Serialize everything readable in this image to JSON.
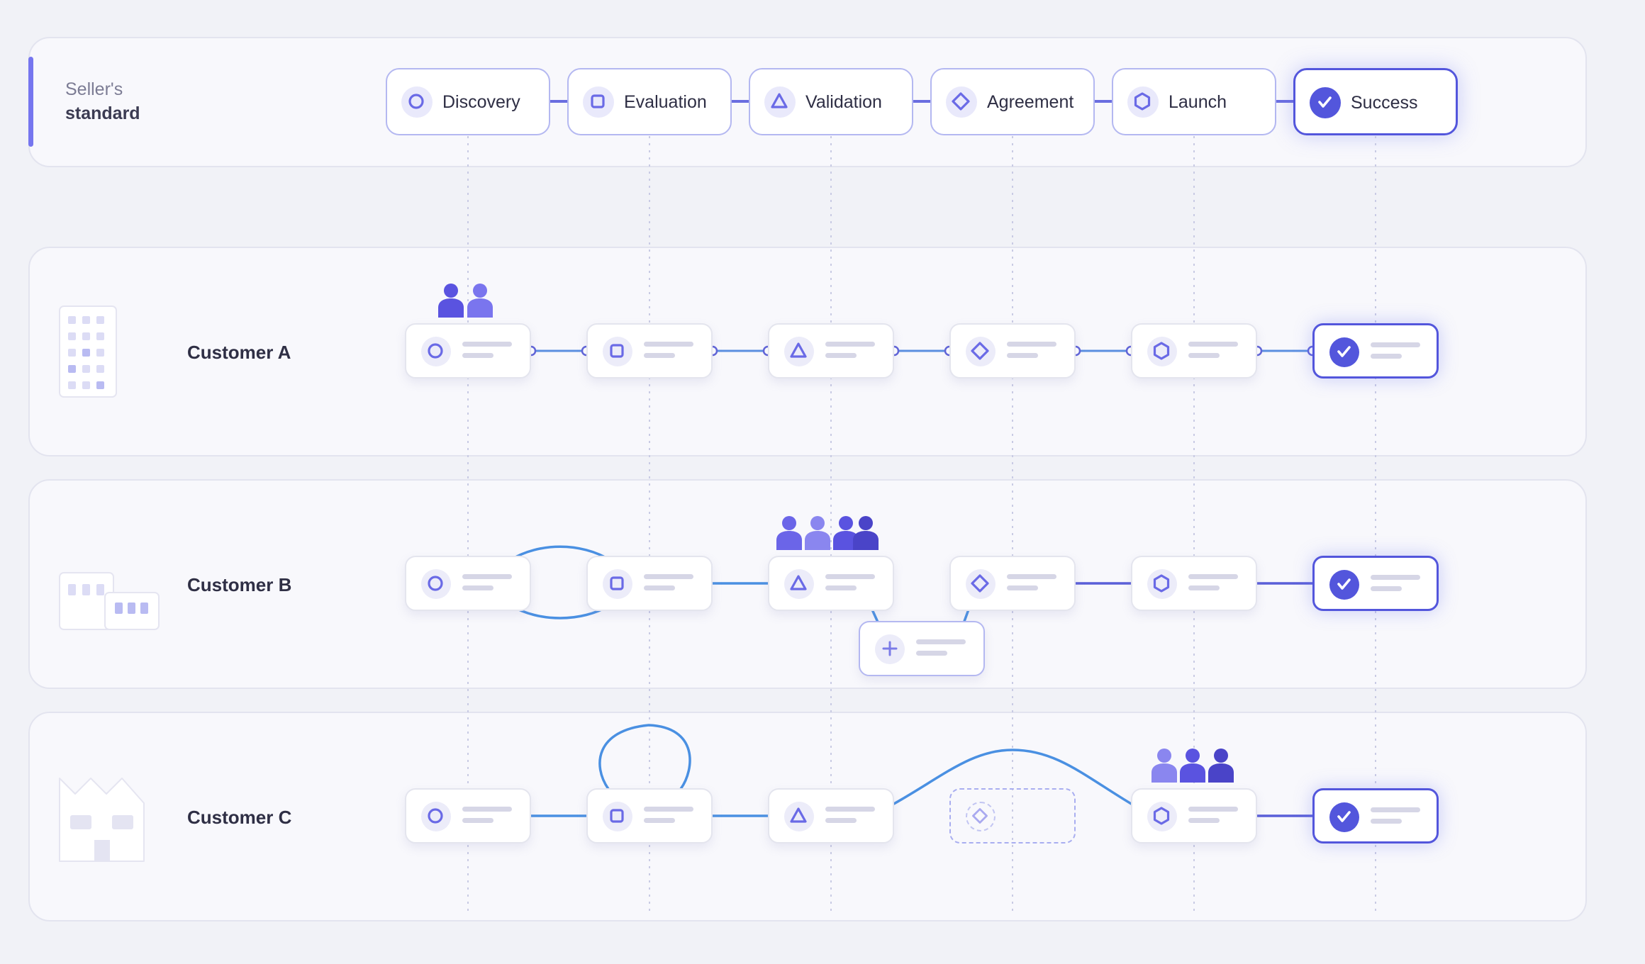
{
  "seller": {
    "line1": "Seller's",
    "line2": "standard"
  },
  "stages": [
    {
      "label": "Discovery",
      "icon": "circle-icon"
    },
    {
      "label": "Evaluation",
      "icon": "square-icon"
    },
    {
      "label": "Validation",
      "icon": "triangle-icon"
    },
    {
      "label": "Agreement",
      "icon": "diamond-icon"
    },
    {
      "label": "Launch",
      "icon": "hexagon-icon"
    },
    {
      "label": "Success",
      "icon": "check-icon"
    }
  ],
  "customers": [
    {
      "name": "Customer A",
      "illustration": "office-building-icon"
    },
    {
      "name": "Customer B",
      "illustration": "warehouse-icon"
    },
    {
      "name": "Customer C",
      "illustration": "factory-icon"
    }
  ],
  "colors": {
    "accent": "#5356dc",
    "connector": "#4a90e2",
    "icon": "#6a6ae6",
    "people": "#5a53e0"
  }
}
